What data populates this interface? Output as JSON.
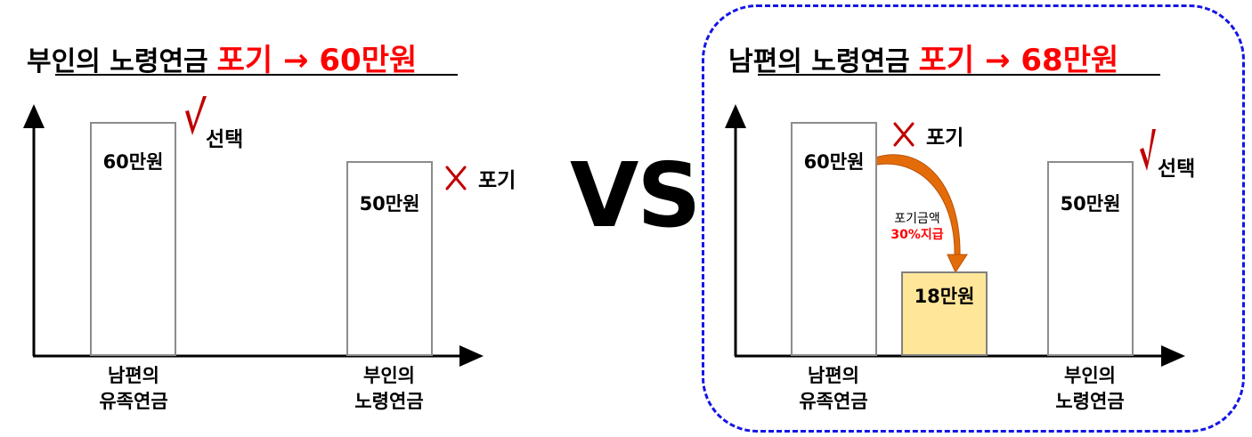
{
  "colors": {
    "highlight": "#ff0000",
    "check": "#c00000",
    "cross": "#c00000",
    "dashed_border": "#1515e6",
    "bar_yellow": "#ffe699",
    "arrow": "#e36c09"
  },
  "left": {
    "title_main": "부인의 노령연금",
    "title_highlight": "포기 → 60만원",
    "bar1_value": "60만원",
    "bar2_value": "50만원",
    "check_label": "선택",
    "cross_label": "포기",
    "cat1": "남편의\n유족연금",
    "cat2": "부인의\n노령연금"
  },
  "vs_label": "VS",
  "right": {
    "title_main": "남편의 노령연금",
    "title_highlight": "포기 → 68만원",
    "bar1_value": "60만원",
    "bar2_value": "18만원",
    "bar3_value": "50만원",
    "cross_label": "포기",
    "check_label": "선택",
    "arrow_label_1": "포기금액",
    "arrow_label_2": "30%지급",
    "cat1": "남편의\n유족연금",
    "cat2": "부인의\n노령연금"
  }
}
